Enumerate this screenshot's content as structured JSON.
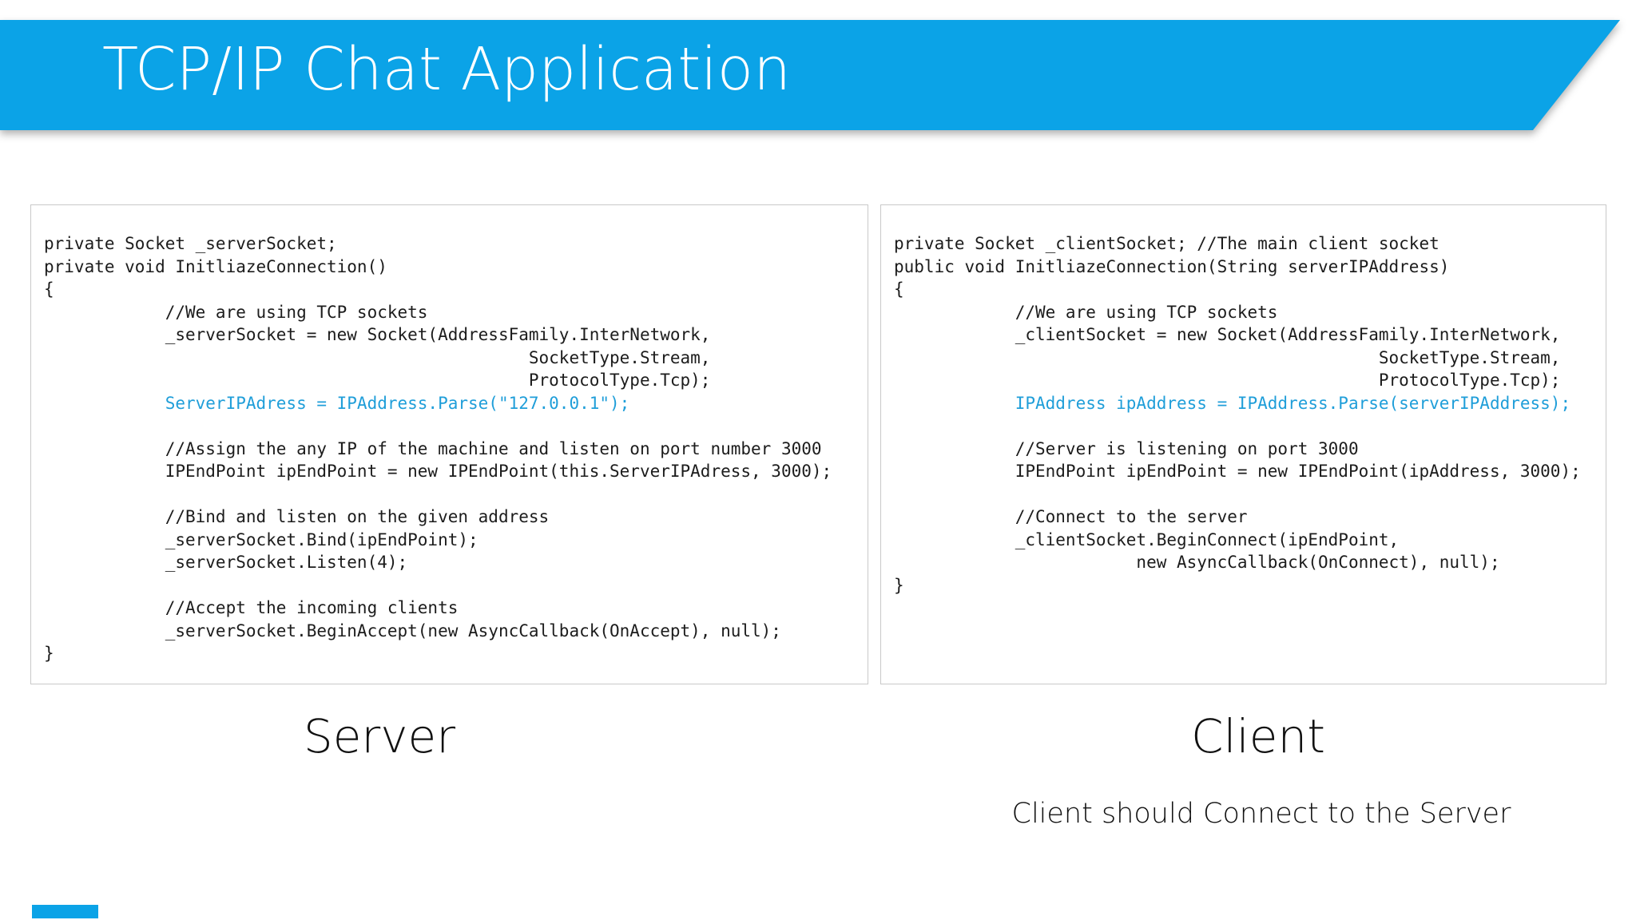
{
  "colors": {
    "banner": "#0ba3e7",
    "accent": "#1f9ed9",
    "code_text": "#1c1c1c",
    "box_border": "#c9c9c9"
  },
  "header": {
    "title": "TCP/IP Chat Application"
  },
  "panels": {
    "server": {
      "label": "Server",
      "code": [
        {
          "t": "private Socket _serverSocket;",
          "c": false
        },
        {
          "t": "private void InitliazeConnection()",
          "c": false
        },
        {
          "t": "{",
          "c": false
        },
        {
          "t": "            //We are using TCP sockets",
          "c": false
        },
        {
          "t": "            _serverSocket = new Socket(AddressFamily.InterNetwork,",
          "c": false
        },
        {
          "t": "                                                SocketType.Stream,",
          "c": false
        },
        {
          "t": "                                                ProtocolType.Tcp);",
          "c": false
        },
        {
          "t": "            ServerIPAdress = IPAddress.Parse(\"127.0.0.1\");",
          "c": true
        },
        {
          "t": "",
          "c": false
        },
        {
          "t": "            //Assign the any IP of the machine and listen on port number 3000",
          "c": false
        },
        {
          "t": "            IPEndPoint ipEndPoint = new IPEndPoint(this.ServerIPAdress, 3000);",
          "c": false
        },
        {
          "t": "",
          "c": false
        },
        {
          "t": "            //Bind and listen on the given address",
          "c": false
        },
        {
          "t": "            _serverSocket.Bind(ipEndPoint);",
          "c": false
        },
        {
          "t": "            _serverSocket.Listen(4);",
          "c": false
        },
        {
          "t": "",
          "c": false
        },
        {
          "t": "            //Accept the incoming clients",
          "c": false
        },
        {
          "t": "            _serverSocket.BeginAccept(new AsyncCallback(OnAccept), null);",
          "c": false
        },
        {
          "t": "}",
          "c": false
        }
      ]
    },
    "client": {
      "label": "Client",
      "subtitle": "Client should Connect to the Server",
      "code": [
        {
          "t": "private Socket _clientSocket; //The main client socket",
          "c": false
        },
        {
          "t": "public void InitliazeConnection(String serverIPAddress)",
          "c": false
        },
        {
          "t": "{",
          "c": false
        },
        {
          "t": "            //We are using TCP sockets",
          "c": false
        },
        {
          "t": "            _clientSocket = new Socket(AddressFamily.InterNetwork,",
          "c": false
        },
        {
          "t": "                                                SocketType.Stream,",
          "c": false
        },
        {
          "t": "                                                ProtocolType.Tcp);",
          "c": false
        },
        {
          "t": "            IPAddress ipAddress = IPAddress.Parse(serverIPAddress);",
          "c": true
        },
        {
          "t": "",
          "c": false
        },
        {
          "t": "            //Server is listening on port 3000",
          "c": false
        },
        {
          "t": "            IPEndPoint ipEndPoint = new IPEndPoint(ipAddress, 3000);",
          "c": false
        },
        {
          "t": "",
          "c": false
        },
        {
          "t": "            //Connect to the server",
          "c": false
        },
        {
          "t": "            _clientSocket.BeginConnect(ipEndPoint,",
          "c": false
        },
        {
          "t": "                        new AsyncCallback(OnConnect), null);",
          "c": false
        },
        {
          "t": "}",
          "c": false
        }
      ]
    }
  }
}
